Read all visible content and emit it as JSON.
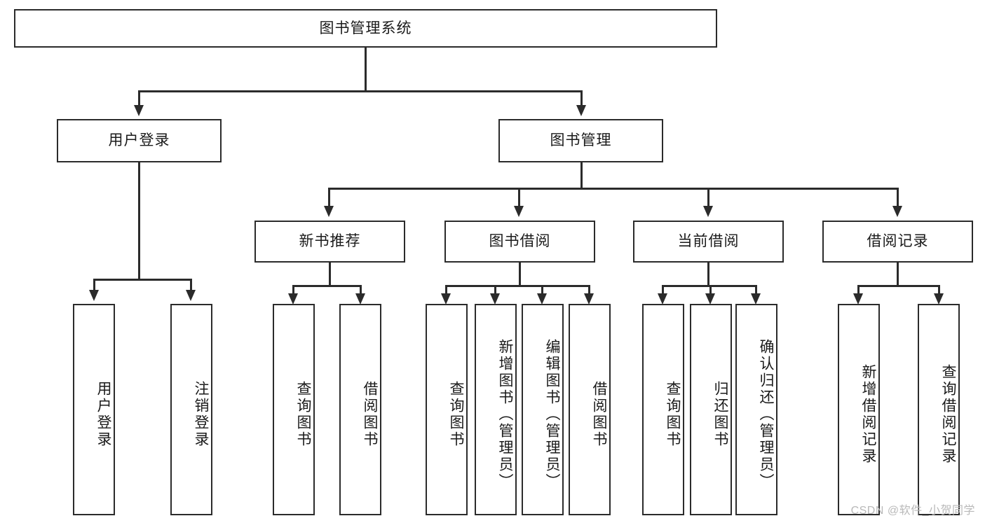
{
  "diagram": {
    "title": "图书管理系统",
    "type": "tree-hierarchy",
    "root": {
      "label": "图书管理系统",
      "children": [
        {
          "label": "用户登录",
          "children": [
            {
              "label": "用户登录"
            },
            {
              "label": "注销登录"
            }
          ]
        },
        {
          "label": "图书管理",
          "children": [
            {
              "label": "新书推荐",
              "children": [
                {
                  "label": "查询图书"
                },
                {
                  "label": "借阅图书"
                }
              ]
            },
            {
              "label": "图书借阅",
              "children": [
                {
                  "label": "查询图书"
                },
                {
                  "label": "新增图书（管理员）"
                },
                {
                  "label": "编辑图书（管理员）"
                },
                {
                  "label": "借阅图书"
                }
              ]
            },
            {
              "label": "当前借阅",
              "children": [
                {
                  "label": "查询图书"
                },
                {
                  "label": "归还图书"
                },
                {
                  "label": "确认归还（管理员）"
                }
              ]
            },
            {
              "label": "借阅记录",
              "children": [
                {
                  "label": "新增借阅记录"
                },
                {
                  "label": "查询借阅记录"
                }
              ]
            }
          ]
        }
      ]
    }
  },
  "nodes": {
    "root": "图书管理系统",
    "user_login": "用户登录",
    "book_manage": "图书管理",
    "new_book_rec": "新书推荐",
    "book_borrow": "图书借阅",
    "current_borrow": "当前借阅",
    "borrow_record": "借阅记录",
    "leaf_user_login": "用户登录",
    "leaf_logout": "注销登录",
    "leaf_query_book_1": "查询图书",
    "leaf_borrow_book_1": "借阅图书",
    "leaf_query_book_2": "查询图书",
    "leaf_add_book_admin": "新增图书（管理员）",
    "leaf_edit_book_admin": "编辑图书（管理员）",
    "leaf_borrow_book_2": "借阅图书",
    "leaf_query_book_3": "查询图书",
    "leaf_return_book": "归还图书",
    "leaf_confirm_return_admin": "确认归还（管理员）",
    "leaf_add_record": "新增借阅记录",
    "leaf_query_record": "查询借阅记录"
  },
  "watermark": "CSDN @软件_小贺同学",
  "colors": {
    "stroke": "#2b2b2b",
    "background": "#ffffff",
    "text": "#1a1a1a",
    "watermark": "#b9b9b9"
  }
}
